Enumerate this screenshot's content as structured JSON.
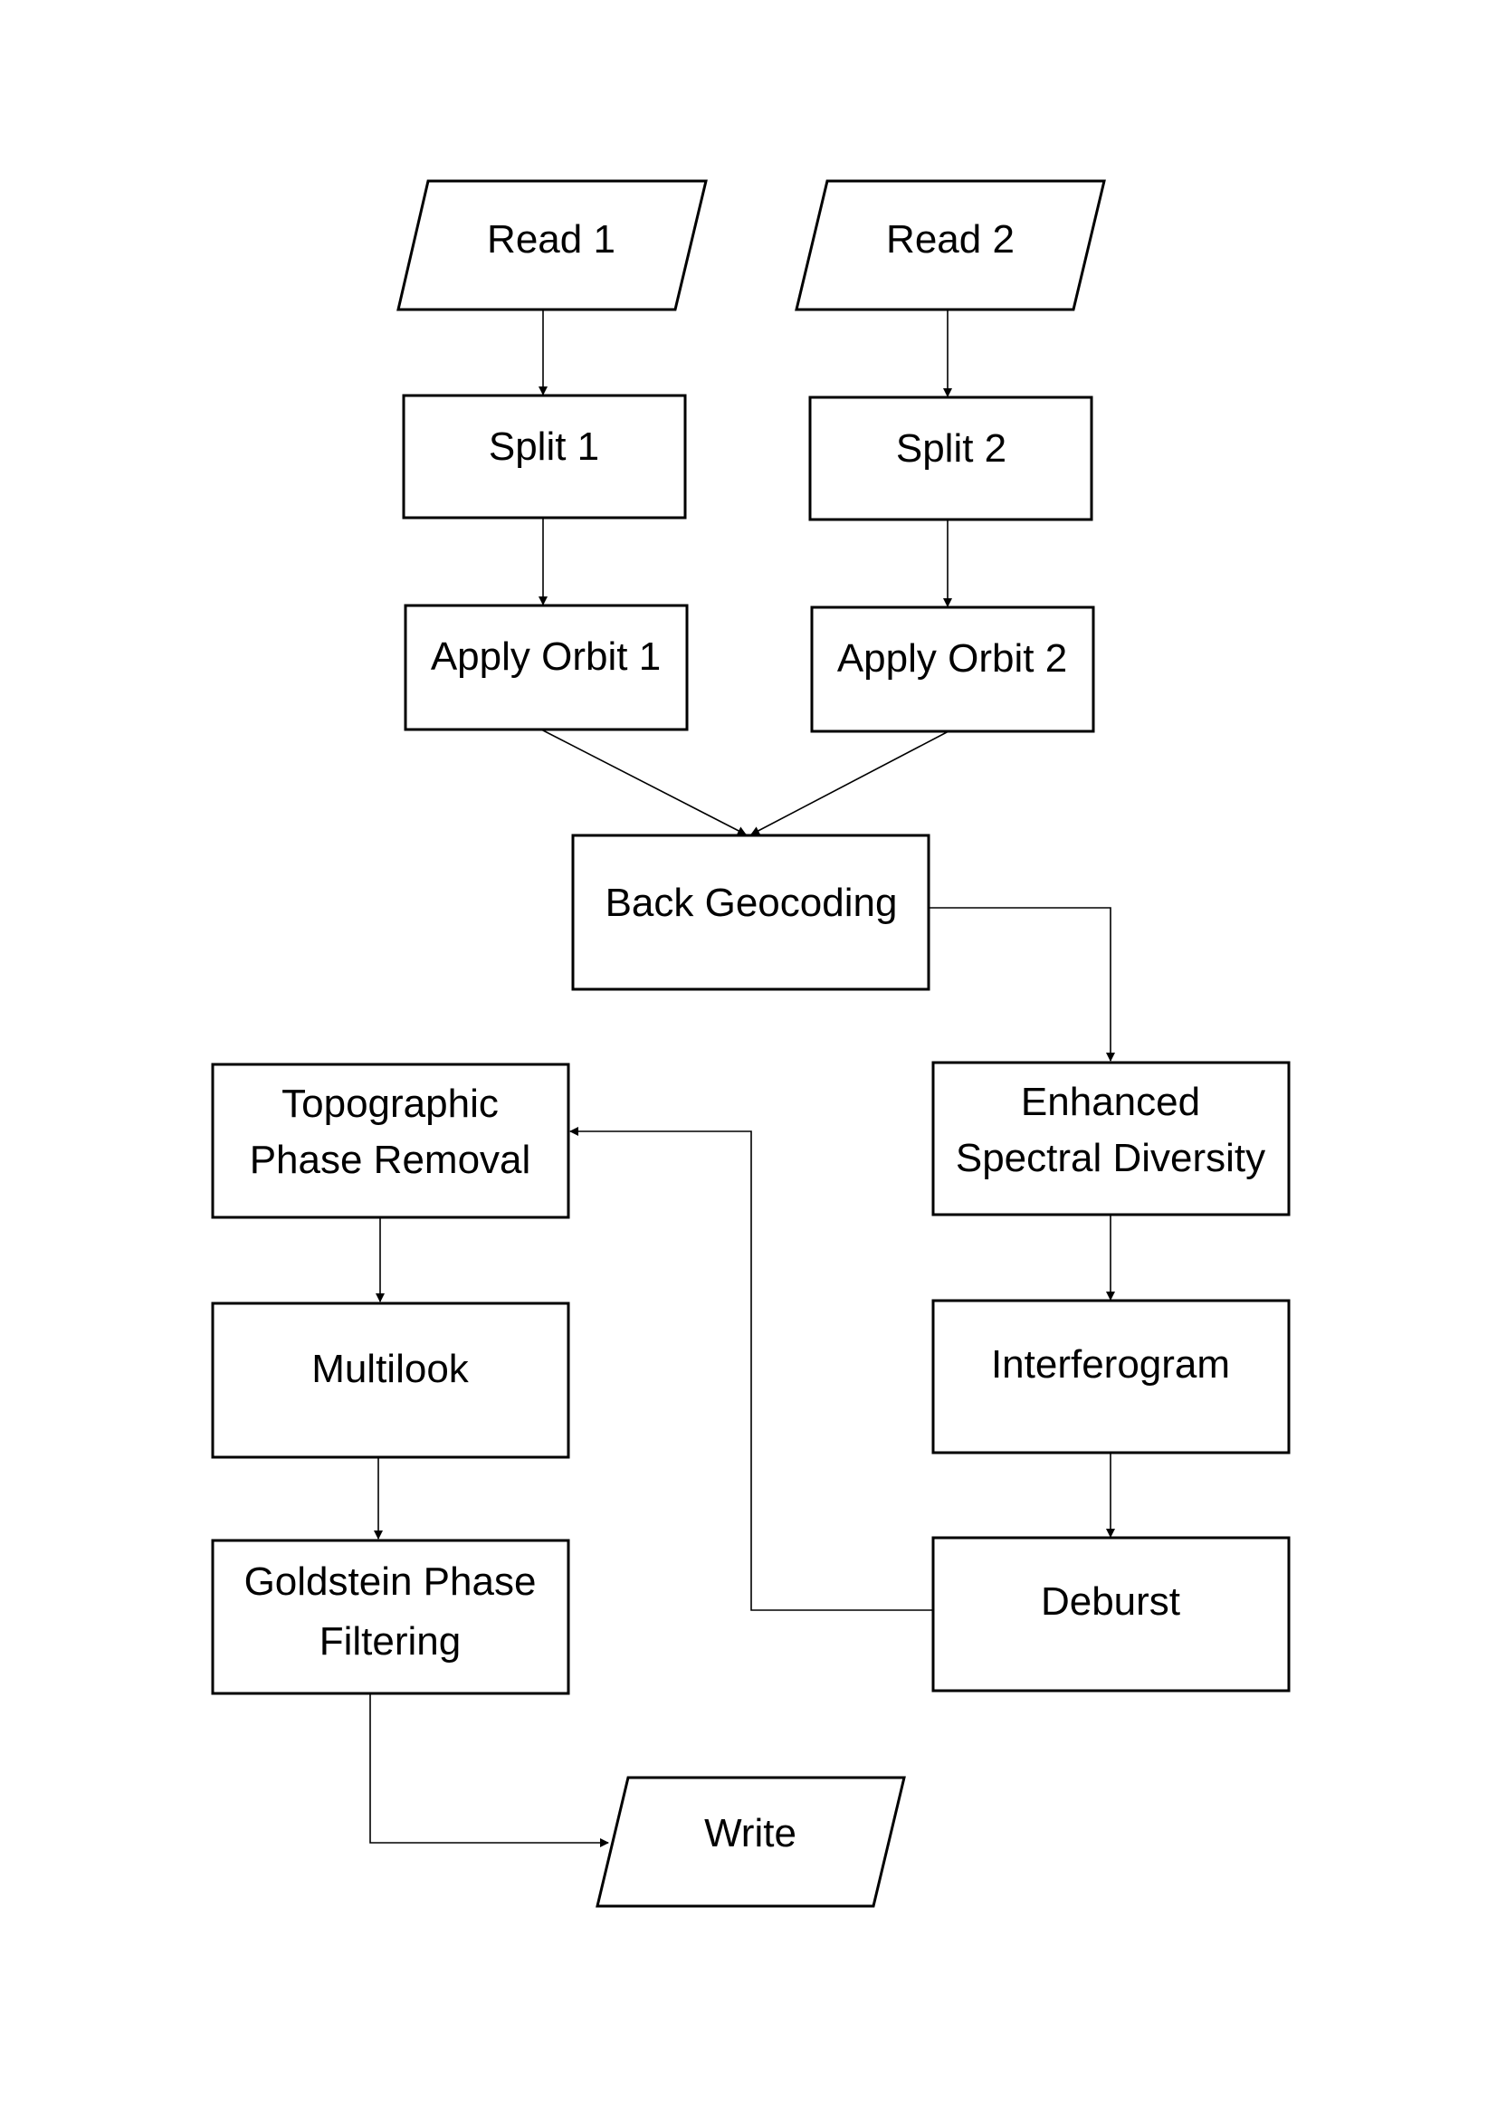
{
  "nodes": {
    "read_1": "Read 1",
    "read_2": "Read 2",
    "split_1": "Split 1",
    "split_2": "Split 2",
    "apply_orbit_1": "Apply Orbit 1",
    "apply_orbit_2": "Apply Orbit 2",
    "back_geocoding": "Back Geocoding",
    "esd_line1": "Enhanced",
    "esd_line2": "Spectral Diversity",
    "interferogram": "Interferogram",
    "deburst": "Deburst",
    "topo_line1": "Topographic",
    "topo_line2": "Phase Removal",
    "multilook": "Multilook",
    "goldstein_line1": "Goldstein Phase",
    "goldstein_line2": "Filtering",
    "write": "Write"
  }
}
